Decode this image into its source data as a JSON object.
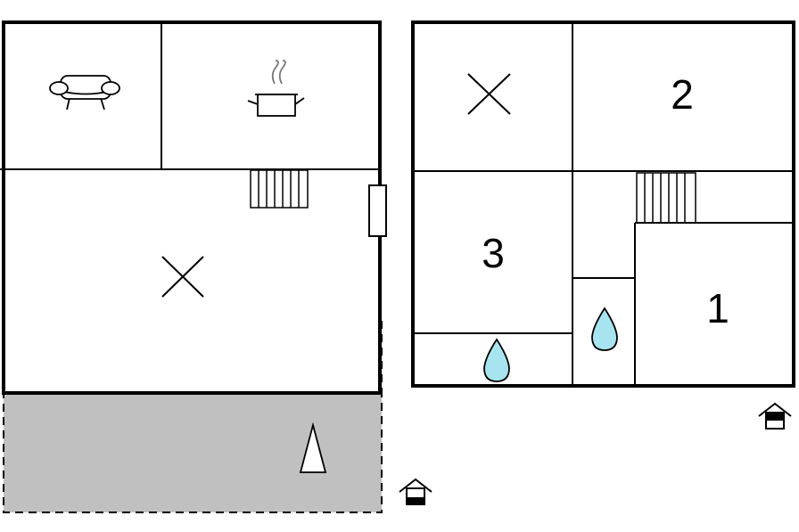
{
  "floor_plan": {
    "ground_floor": {
      "rooms": [
        {
          "name": "living-room",
          "icon": "sofa-icon"
        },
        {
          "name": "kitchen",
          "icon": "cooking-pot-icon"
        },
        {
          "name": "main-room",
          "icon": "cross-icon"
        },
        {
          "name": "terrace",
          "icon": "tent-icon",
          "fill": "#c0c0c0"
        }
      ],
      "entrance_icon": "entrance-house-icon"
    },
    "upper_floor": {
      "bedrooms": [
        {
          "number": "1"
        },
        {
          "number": "2"
        },
        {
          "number": "3"
        }
      ],
      "icons": [
        "cross-icon",
        "stairs-icon",
        "water-drop-icon",
        "water-drop-icon"
      ],
      "entrance_icon": "entrance-house-icon"
    },
    "colors": {
      "wall": "#000000",
      "terrace": "#c0c0c0",
      "water": "#a8e4ef"
    }
  }
}
